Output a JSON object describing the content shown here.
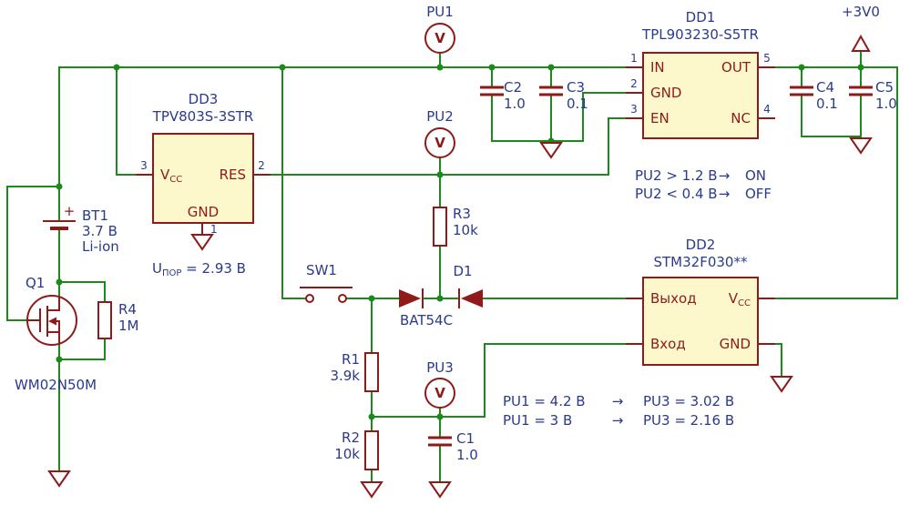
{
  "colors": {
    "wire": "#1b8a1b",
    "symbol": "#8e1a1a",
    "label": "#2b3a8c",
    "ic_fill": "#fdf8cc",
    "background": "#ffffff"
  },
  "power": {
    "label": "+3V0"
  },
  "battery": {
    "ref": "BT1",
    "voltage": "3.7 В",
    "chem": "Li-ion",
    "plus": "+"
  },
  "transistor": {
    "ref": "Q1",
    "part": "WM02N50M"
  },
  "switch": {
    "ref": "SW1"
  },
  "diode": {
    "ref": "D1",
    "part": "BAT54C"
  },
  "resistors": {
    "r1": {
      "ref": "R1",
      "value": "3.9k"
    },
    "r2": {
      "ref": "R2",
      "value": "10k"
    },
    "r3": {
      "ref": "R3",
      "value": "10k"
    },
    "r4": {
      "ref": "R4",
      "value": "1M"
    }
  },
  "capacitors": {
    "c1": {
      "ref": "C1",
      "value": "1.0"
    },
    "c2": {
      "ref": "C2",
      "value": "1.0"
    },
    "c3": {
      "ref": "C3",
      "value": "0.1"
    },
    "c4": {
      "ref": "C4",
      "value": "0.1"
    },
    "c5": {
      "ref": "C5",
      "value": "1.0"
    }
  },
  "meters": {
    "pu1": {
      "ref": "PU1",
      "symbol": "V"
    },
    "pu2": {
      "ref": "PU2",
      "symbol": "V"
    },
    "pu3": {
      "ref": "PU3",
      "symbol": "V"
    }
  },
  "ics": {
    "dd1": {
      "ref": "DD1",
      "part": "TPL903230-S5TR",
      "pins": {
        "in": {
          "num": "1",
          "name": "IN"
        },
        "gnd": {
          "num": "2",
          "name": "GND"
        },
        "en": {
          "num": "3",
          "name": "EN"
        },
        "out": {
          "num": "5",
          "name": "OUT"
        },
        "nc": {
          "num": "4",
          "name": "NC"
        }
      }
    },
    "dd2": {
      "ref": "DD2",
      "part": "STM32F030**",
      "pins": {
        "output": "Выход",
        "input": "Вход",
        "vcc_main": "V",
        "vcc_sub": "CC",
        "gnd": "GND"
      }
    },
    "dd3": {
      "ref": "DD3",
      "part": "TPV803S-3STR",
      "pins": {
        "vcc_main": "V",
        "vcc_sub": "CC",
        "vcc_num": "3",
        "res": "RES",
        "res_num": "2",
        "gnd": "GND",
        "gnd_num": "1"
      }
    }
  },
  "annotations": {
    "threshold": {
      "sym": "U",
      "sub": "ПОР",
      "rest": " = 2.93 В"
    },
    "enable": [
      {
        "cond": "PU2 > 1.2 В",
        "arrow": "→",
        "state": "ON"
      },
      {
        "cond": "PU2 < 0.4 В",
        "arrow": "→",
        "state": "OFF"
      }
    ],
    "transfer": [
      {
        "input": "PU1 = 4.2 В",
        "arrow": "→",
        "output": "PU3 = 3.02 В"
      },
      {
        "input": "PU1 = 3 В",
        "arrow": "→",
        "output": "PU3 = 2.16 В"
      }
    ]
  }
}
